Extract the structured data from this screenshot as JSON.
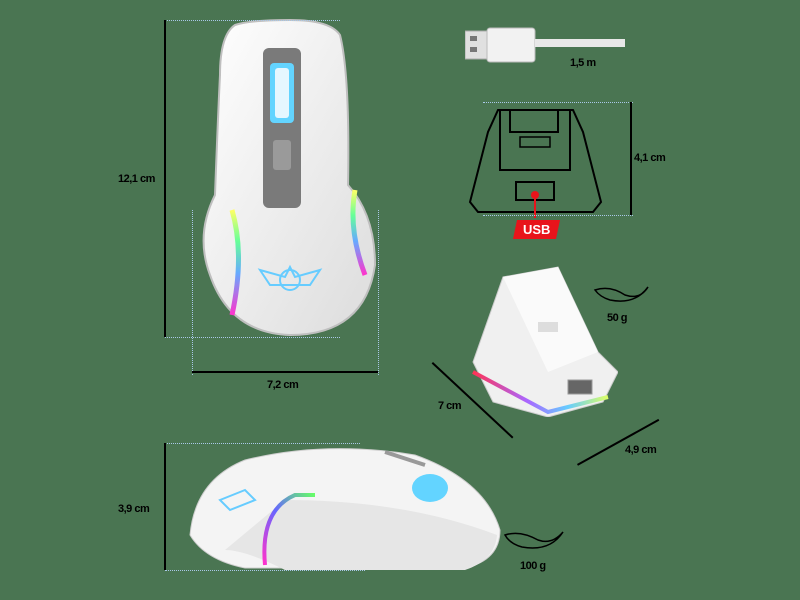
{
  "background_color": "#4a7552",
  "accent_color": "#e8141b",
  "dimension_line_color": "#a9c8e8",
  "mouse_top_view": {
    "height_label": "12,1 cm",
    "width_label": "7,2 cm"
  },
  "cable": {
    "length_label": "1,5 m"
  },
  "dock_outline": {
    "height_label": "4,1 cm",
    "port_badge": "USB"
  },
  "dock_3d": {
    "depth_label": "7 cm",
    "width_label": "4,9 cm",
    "weight_label": "50 g"
  },
  "mouse_side_view": {
    "height_label": "3,9 cm",
    "weight_label": "100 g"
  }
}
